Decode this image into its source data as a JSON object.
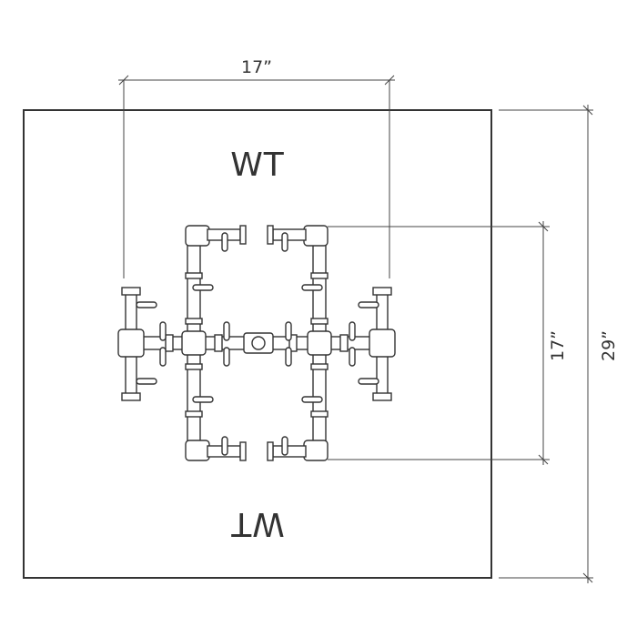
{
  "dimensions": {
    "top_width": "17”",
    "inner_height": "17”",
    "overall_height": "29”"
  },
  "labels": {
    "top": "WT",
    "bottom": "WT"
  },
  "colors": {
    "line": "#333333",
    "background": "#ffffff"
  }
}
